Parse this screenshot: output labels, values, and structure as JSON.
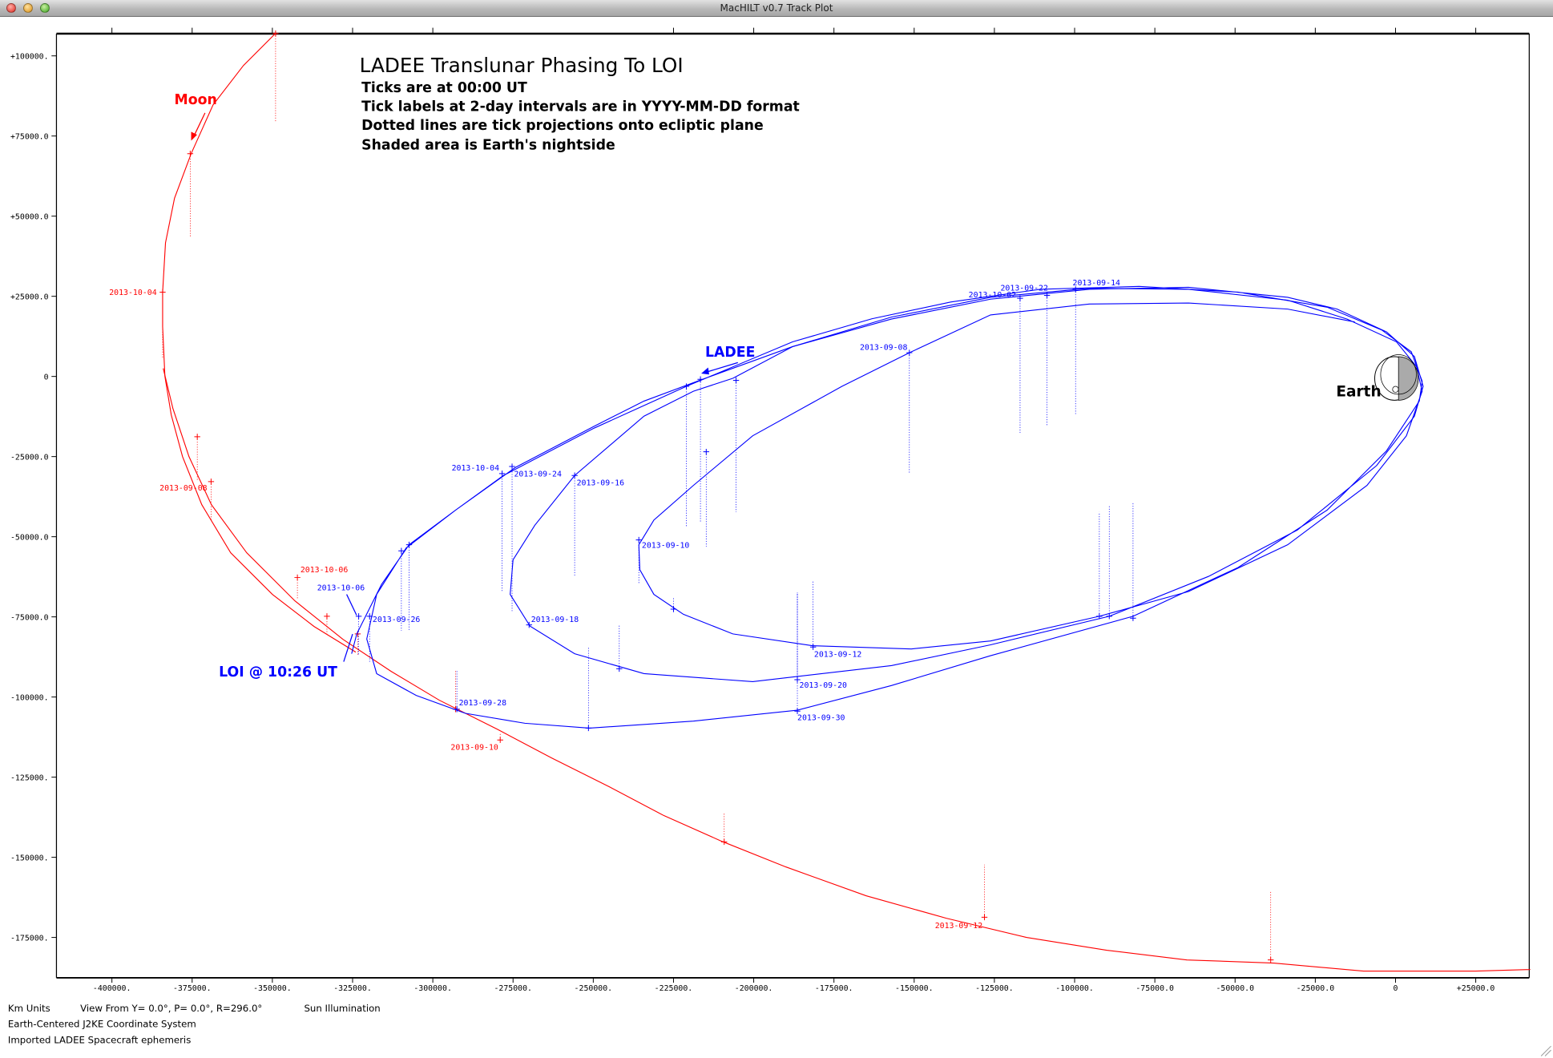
{
  "window": {
    "title": "MacHILT v0.7 Track Plot"
  },
  "colors": {
    "moon": "#ff0000",
    "ladee": "#0000ff",
    "nightside": "#aaaaaa",
    "frame": "#000000"
  },
  "footer": {
    "units": "Km Units",
    "view": "View From Y=  0.0°, P=  0.0°, R=296.0°",
    "illumination": "Sun Illumination",
    "coords": "Earth-Centered J2KE Coordinate System",
    "source": "Imported LADEE Spacecraft ephemeris"
  },
  "chart_data": {
    "type": "line",
    "title": "LADEE Translunar Phasing To LOI",
    "subtitles": [
      "Ticks are at 00:00 UT",
      "Tick labels at 2-day intervals are in YYYY-MM-DD format",
      "Dotted lines are tick projections onto ecliptic plane",
      "Shaded area is Earth's nightside"
    ],
    "xlim": [
      -417000,
      42000
    ],
    "ylim": [
      -187000,
      107000
    ],
    "x_ticks": [
      {
        "v": -400000,
        "label": "-400000."
      },
      {
        "v": -375000,
        "label": "-375000."
      },
      {
        "v": -350000,
        "label": "-350000."
      },
      {
        "v": -325000,
        "label": "-325000."
      },
      {
        "v": -300000,
        "label": "-300000."
      },
      {
        "v": -275000,
        "label": "-275000."
      },
      {
        "v": -250000,
        "label": "-250000."
      },
      {
        "v": -225000,
        "label": "-225000."
      },
      {
        "v": -200000,
        "label": "-200000."
      },
      {
        "v": -175000,
        "label": "-175000."
      },
      {
        "v": -150000,
        "label": "-150000."
      },
      {
        "v": -125000,
        "label": "-125000."
      },
      {
        "v": -100000,
        "label": "-100000."
      },
      {
        "v": -75000,
        "label": "-75000.0"
      },
      {
        "v": -50000,
        "label": "-50000.0"
      },
      {
        "v": -25000,
        "label": "-25000.0"
      },
      {
        "v": 0,
        "label": "0"
      },
      {
        "v": 25000,
        "label": "+25000.0"
      }
    ],
    "y_ticks": [
      {
        "v": 100000,
        "label": "+100000."
      },
      {
        "v": 75000,
        "label": "+75000.0"
      },
      {
        "v": 50000,
        "label": "+50000.0"
      },
      {
        "v": 25000,
        "label": "+25000.0"
      },
      {
        "v": 0,
        "label": "0"
      },
      {
        "v": -25000,
        "label": "-25000.0"
      },
      {
        "v": -50000,
        "label": "-50000.0"
      },
      {
        "v": -75000,
        "label": "-75000.0"
      },
      {
        "v": -100000,
        "label": "-100000."
      },
      {
        "v": -125000,
        "label": "-125000."
      },
      {
        "v": -150000,
        "label": "-150000."
      },
      {
        "v": -175000,
        "label": "-175000."
      }
    ],
    "series": [
      {
        "name": "Moon",
        "color": "#ff0000",
        "paths": [
          [
            [
              -349000,
              107000
            ],
            [
              -359000,
              97000
            ],
            [
              -368500,
              84700
            ],
            [
              -375300,
              69500
            ],
            [
              -380500,
              55600
            ],
            [
              -383300,
              41700
            ],
            [
              -384200,
              26300
            ],
            [
              -384200,
              15500
            ],
            [
              -383500,
              0
            ],
            [
              -381500,
              -12000
            ],
            [
              -378000,
              -25000
            ],
            [
              -372000,
              -40000
            ],
            [
              -363000,
              -55000
            ],
            [
              -350000,
              -68000
            ],
            [
              -337000,
              -78000
            ],
            [
              -324000,
              -86000
            ]
          ],
          [
            [
              -384000,
              2500
            ],
            [
              -381000,
              -10000
            ],
            [
              -376000,
              -25000
            ],
            [
              -369000,
              -40000
            ],
            [
              -358000,
              -55000
            ],
            [
              -343000,
              -70000
            ],
            [
              -328000,
              -82000
            ],
            [
              -313000,
              -92000
            ],
            [
              -298000,
              -101000
            ],
            [
              -280000,
              -110000
            ],
            [
              -263000,
              -119000
            ],
            [
              -245000,
              -128000
            ],
            [
              -228000,
              -137000
            ],
            [
              -210000,
              -145000
            ],
            [
              -190000,
              -153000
            ],
            [
              -165000,
              -162000
            ],
            [
              -140000,
              -169000
            ],
            [
              -115000,
              -175000
            ],
            [
              -90000,
              -179000
            ],
            [
              -65000,
              -182000
            ],
            [
              -38000,
              -183000
            ],
            [
              -10000,
              -185500
            ],
            [
              25000,
              -185500
            ],
            [
              42000,
              -185000
            ]
          ]
        ],
        "ticks": [
          {
            "x": -349000,
            "y": 107000,
            "proj": 79400
          },
          {
            "x": -375600,
            "y": 69500,
            "proj": 43300
          },
          {
            "x": -384200,
            "y": 26300,
            "proj": 5600,
            "label": "2013-10-04"
          },
          {
            "x": -373400,
            "y": -18800,
            "proj": -32400
          },
          {
            "x": -369100,
            "y": -32800,
            "proj": -44800,
            "label": "2013-09-08"
          },
          {
            "x": -342200,
            "y": -62700,
            "proj": -69500,
            "label": "2013-10-06"
          },
          {
            "x": -333000,
            "y": -74800,
            "proj": -80300
          },
          {
            "x": -323400,
            "y": -80300,
            "proj": -87100
          },
          {
            "x": -292900,
            "y": -103800,
            "proj": -91500
          },
          {
            "x": -279000,
            "y": -113400,
            "proj": -111200,
            "label": "2013-09-10"
          },
          {
            "x": -209200,
            "y": -145200,
            "proj": -136000
          },
          {
            "x": -128100,
            "y": -168700,
            "proj": -152300,
            "label": "2013-09-12"
          },
          {
            "x": -38900,
            "y": -182000,
            "proj": -160700
          }
        ]
      },
      {
        "name": "LADEE",
        "color": "#0000ff",
        "paths": [
          [
            [
              -12700,
              17000
            ],
            [
              -33600,
              21000
            ],
            [
              -64500,
              22900
            ],
            [
              -95400,
              22600
            ],
            [
              -126200,
              19200
            ],
            [
              -151500,
              7400
            ],
            [
              -172500,
              -3100
            ],
            [
              -200300,
              -18500
            ],
            [
              -218800,
              -34000
            ],
            [
              -231100,
              -44800
            ],
            [
              -235800,
              -52500
            ],
            [
              -235500,
              -60300
            ],
            [
              -231100,
              -68000
            ],
            [
              -221900,
              -74200
            ],
            [
              -206500,
              -80300
            ],
            [
              -181800,
              -84000
            ],
            [
              -150900,
              -85000
            ],
            [
              -126200,
              -82500
            ],
            [
              -92300,
              -74800
            ],
            [
              -64500,
              -67100
            ],
            [
              -33600,
              -52500
            ],
            [
              -8900,
              -34000
            ],
            [
              3400,
              -18500
            ],
            [
              8300,
              -4600
            ],
            [
              6500,
              3100
            ],
            [
              300,
              10800
            ],
            [
              -15100,
              17900
            ],
            [
              -33600,
              23800
            ],
            [
              -64500,
              27200
            ],
            [
              -95400,
              27500
            ],
            [
              -126200,
              24700
            ],
            [
              -157100,
              18500
            ],
            [
              -187900,
              9300
            ],
            [
              -206500,
              -600
            ]
          ],
          [
            [
              -206500,
              -600
            ],
            [
              -218800,
              -4600
            ],
            [
              -234200,
              -12400
            ],
            [
              -255800,
              -30900
            ],
            [
              -268200,
              -46400
            ],
            [
              -275000,
              -57200
            ],
            [
              -275900,
              -68000
            ],
            [
              -269700,
              -77900
            ],
            [
              -255800,
              -86500
            ],
            [
              -234200,
              -92700
            ],
            [
              -200300,
              -95200
            ],
            [
              -157100,
              -90200
            ],
            [
              -126200,
              -83700
            ],
            [
              -89200,
              -74800
            ],
            [
              -58300,
              -62400
            ],
            [
              -30600,
              -47900
            ],
            [
              -5900,
              -27800
            ],
            [
              5900,
              -12400
            ],
            [
              8600,
              -3100
            ],
            [
              5900,
              6200
            ],
            [
              -2800,
              13900
            ],
            [
              -18200,
              21000
            ],
            [
              -33600,
              24700
            ],
            [
              -64500,
              27800
            ],
            [
              -95400,
              27200
            ],
            [
              -126200,
              24100
            ],
            [
              -157100,
              17900
            ],
            [
              -187900,
              9300
            ],
            [
              -216000,
              -900
            ],
            [
              -234200,
              -7700
            ],
            [
              -249700,
              -15500
            ],
            [
              -274300,
              -28400
            ],
            [
              -292900,
              -41700
            ],
            [
              -308300,
              -53500
            ],
            [
              -317500,
              -68000
            ],
            [
              -320600,
              -81900
            ],
            [
              -317500,
              -92700
            ],
            [
              -305200,
              -99500
            ],
            [
              -289800,
              -105100
            ],
            [
              -271300,
              -108200
            ],
            [
              -251200,
              -109700
            ],
            [
              -218800,
              -107500
            ],
            [
              -186400,
              -104100
            ],
            [
              -157100,
              -96400
            ],
            [
              -126200,
              -87100
            ],
            [
              -81800,
              -74800
            ],
            [
              -49100,
              -59600
            ],
            [
              -21300,
              -41700
            ],
            [
              -2800,
              -23200
            ],
            [
              7400,
              -7700
            ],
            [
              8300,
              -1500
            ],
            [
              4900,
              7700
            ],
            [
              -4300,
              14500
            ],
            [
              -21300,
              21600
            ],
            [
              -49100,
              26300
            ],
            [
              -79900,
              28100
            ],
            [
              -110800,
              27200
            ],
            [
              -138600,
              23200
            ],
            [
              -163200,
              18000
            ],
            [
              -187900,
              10800
            ],
            [
              -221000,
              -3100
            ],
            [
              -249700,
              -16100
            ],
            [
              -278000,
              -30900
            ],
            [
              -292900,
              -41700
            ],
            [
              -307400,
              -52500
            ],
            [
              -316000,
              -64900
            ],
            [
              -323700,
              -80300
            ],
            [
              -325300,
              -86500
            ]
          ]
        ],
        "ticks": [
          {
            "x": -151500,
            "y": 7400,
            "proj": -30300,
            "label": "2013-09-08"
          },
          {
            "x": -235800,
            "y": -51000,
            "proj": -64900,
            "label": "2013-09-10"
          },
          {
            "x": -181500,
            "y": -84400,
            "proj": -63700,
            "label": "2013-09-12"
          },
          {
            "x": -99700,
            "y": 27200,
            "proj": -11700,
            "label": "2013-09-14"
          },
          {
            "x": -255800,
            "y": -30900,
            "proj": -62100,
            "label": "2013-09-16"
          },
          {
            "x": -270000,
            "y": -77500,
            "proj": -77500,
            "label": "2013-09-18"
          },
          {
            "x": -186400,
            "y": -94600,
            "proj": -67400,
            "label": "2013-09-20"
          },
          {
            "x": -108600,
            "y": 25300,
            "proj": -15500,
            "label": "2013-09-22"
          },
          {
            "x": -275300,
            "y": -28100,
            "proj": -73200,
            "label": "2013-09-24"
          },
          {
            "x": -319700,
            "y": -74800,
            "proj": -89000,
            "label": "2013-09-26"
          },
          {
            "x": -292500,
            "y": -103800,
            "proj": -91500,
            "label": "2013-09-28"
          },
          {
            "x": -186400,
            "y": -104400,
            "proj": -67400,
            "label": "2013-09-30"
          },
          {
            "x": -117000,
            "y": 24400,
            "proj": -17600,
            "label": "2013-10-02"
          },
          {
            "x": -278400,
            "y": -30300,
            "proj": -67100,
            "label": "2013-10-04"
          },
          {
            "x": -323100,
            "y": -74800,
            "proj": -87100,
            "label": "2013-10-06"
          },
          {
            "x": -216600,
            "y": -900,
            "proj": -45700
          },
          {
            "x": -205500,
            "y": -1200,
            "proj": -42300
          },
          {
            "x": -221000,
            "y": -3100,
            "proj": -47000
          },
          {
            "x": -214800,
            "y": -23500,
            "proj": -53100
          },
          {
            "x": -307400,
            "y": -52500,
            "proj": -79300
          },
          {
            "x": -309800,
            "y": -54400,
            "proj": -79300
          },
          {
            "x": -241900,
            "y": -91200,
            "proj": -77300
          },
          {
            "x": -251500,
            "y": -109700,
            "proj": -84400
          },
          {
            "x": -225000,
            "y": -72600,
            "proj": -69200
          },
          {
            "x": -92300,
            "y": -74800,
            "proj": -42300
          },
          {
            "x": -89200,
            "y": -74800,
            "proj": -40500
          },
          {
            "x": -81800,
            "y": -75400,
            "proj": -39200
          }
        ]
      }
    ],
    "annotations": {
      "moon": "Moon",
      "ladee": "LADEE",
      "loi": "LOI @ 10:26 UT",
      "earth": "Earth"
    }
  }
}
